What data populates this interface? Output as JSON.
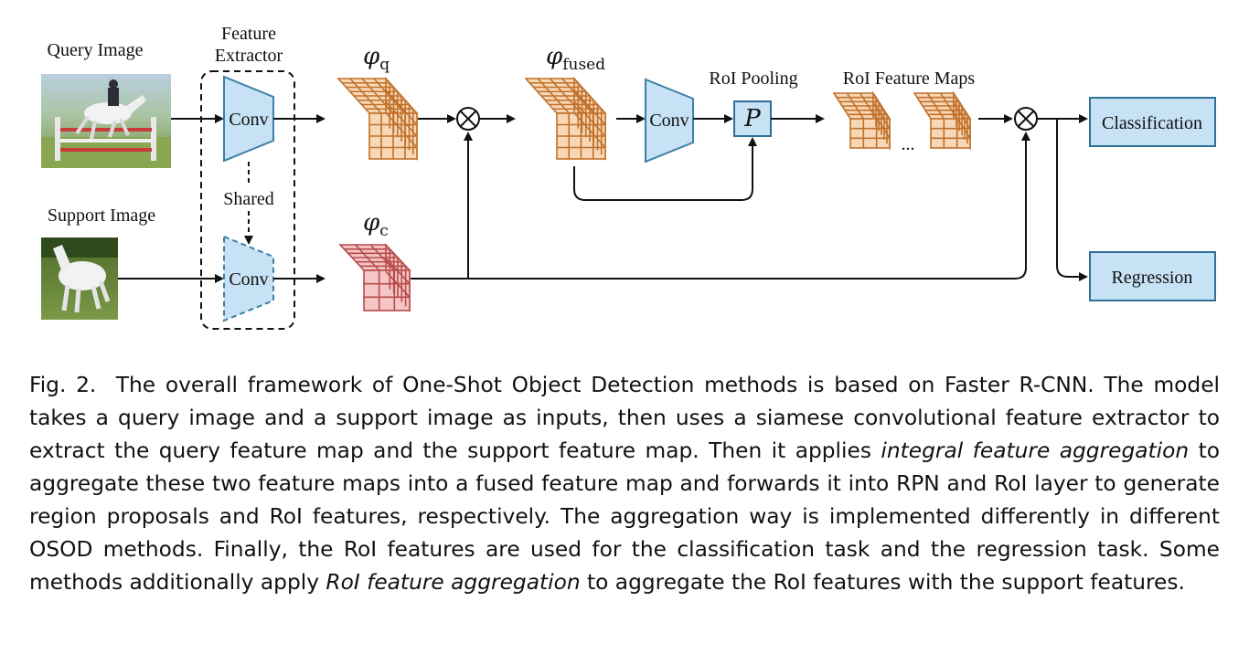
{
  "diagram": {
    "query_image_label": "Query Image",
    "support_image_label": "Support Image",
    "feature_extractor_label_line1": "Feature",
    "feature_extractor_label_line2": "Extractor",
    "shared_label": "Shared",
    "conv_label": "Conv",
    "phi_q": {
      "symbol": "φ",
      "subscript": "q"
    },
    "phi_c": {
      "symbol": "φ",
      "subscript": "c"
    },
    "phi_fused": {
      "symbol": "φ",
      "subscript": "fused"
    },
    "roi_pooling_label": "RoI Pooling",
    "pooling_box_label": "P",
    "roi_feature_maps_label": "RoI Feature Maps",
    "ellipsis": "...",
    "aggregation_symbol": "⊗",
    "classification_label": "Classification",
    "regression_label": "Regression",
    "colors": {
      "conv_fill": "#c6e2f4",
      "conv_stroke": "#3c7fa8",
      "orange_fill": "#f7d7b5",
      "orange_stroke": "#c0712a",
      "red_fill": "#f4c6c6",
      "red_stroke": "#b84a4a",
      "box_fill": "#c6e2f4",
      "box_stroke": "#2f6f98"
    }
  },
  "caption": {
    "fig_label": "Fig. 2.",
    "text1": "The overall framework of One-Shot Object Detection methods is based on Faster R-CNN. The model takes a query image and a support image as inputs, then uses a siamese convolutional feature extractor to extract the query feature map and the support feature map. Then it applies ",
    "emph1": "integral feature aggregation",
    "text2": " to aggregate these two feature maps into a fused feature map and forwards it into RPN and RoI layer to generate region proposals and RoI features, respectively. The aggregation way is implemented differently in different OSOD methods. Finally, the RoI features are used for the classification task and the regression task. Some methods additionally apply ",
    "emph2": "RoI feature aggregation",
    "text3": " to aggregate the RoI features with the support features."
  }
}
